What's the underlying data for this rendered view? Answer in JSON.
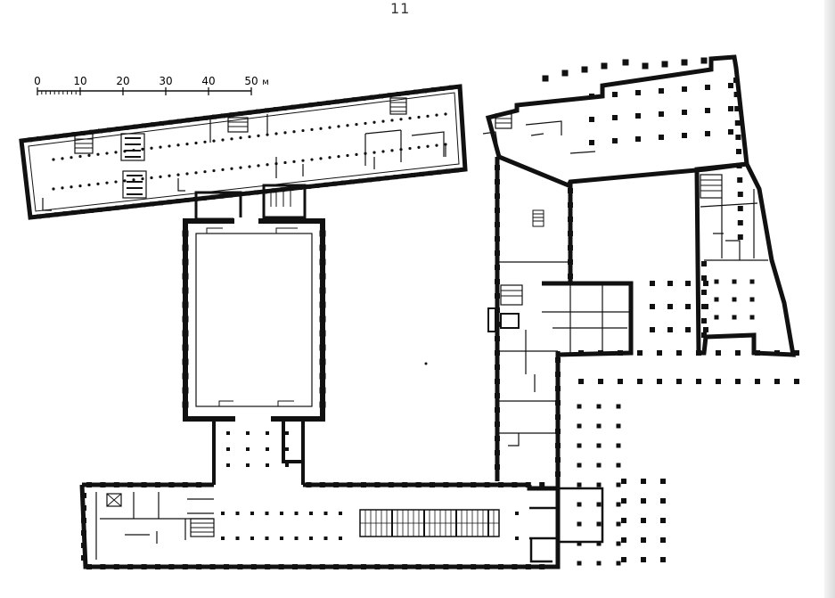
{
  "page": {
    "number": "11"
  },
  "scale_bar": {
    "ticks": [
      "0",
      "10",
      "20",
      "30",
      "40",
      "50"
    ],
    "unit": "м"
  },
  "plan": {
    "colors": {
      "wall": "#111111",
      "background": "#ffffff",
      "paper_edge": "#dcdcdc"
    }
  }
}
